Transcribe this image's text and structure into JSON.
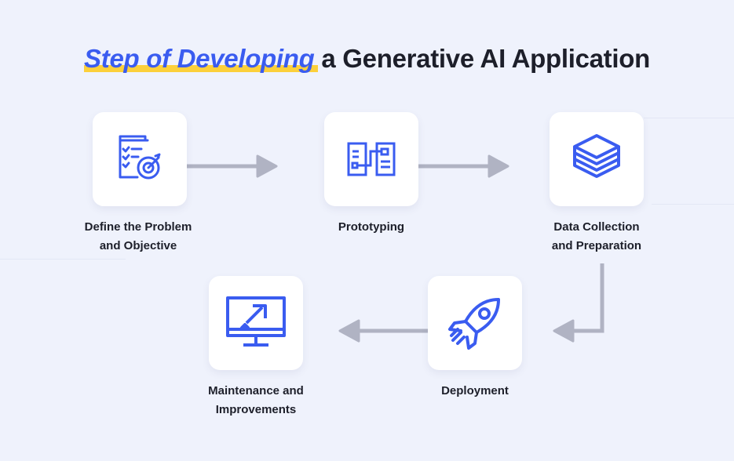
{
  "title": {
    "highlight": "Step of Developing",
    "rest": " a Generative AI Application"
  },
  "steps": [
    {
      "label_1": "Define the Problem",
      "label_2": "and Objective",
      "icon": "checklist-target-icon"
    },
    {
      "label_1": "Prototyping",
      "icon": "prototype-blocks-icon"
    },
    {
      "label_1": "Data Collection",
      "label_2": "and Preparation",
      "icon": "stacked-layers-icon"
    },
    {
      "label_1": "Deployment",
      "icon": "rocket-icon"
    },
    {
      "label_1": "Maintenance and",
      "label_2": "Improvements",
      "icon": "monitor-arrow-icon"
    }
  ],
  "colors": {
    "accent": "#3a5cf0",
    "highlight": "#fcd03b",
    "arrow": "#b0b3c3",
    "background": "#eff2fc"
  }
}
